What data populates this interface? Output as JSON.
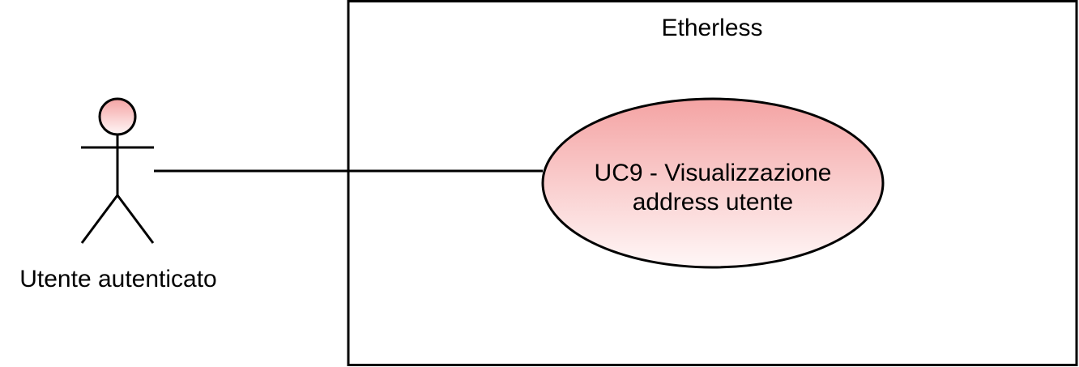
{
  "diagram": {
    "system_boundary": {
      "title": "Etherless"
    },
    "actor": {
      "label": "Utente autenticato"
    },
    "use_case": {
      "label_line1": "UC9 - Visualizzazione",
      "label_line2": "address utente"
    }
  },
  "colors": {
    "stroke": "#000000",
    "fill_top": "#f4a3a3",
    "fill_bottom": "#fff7f7"
  }
}
